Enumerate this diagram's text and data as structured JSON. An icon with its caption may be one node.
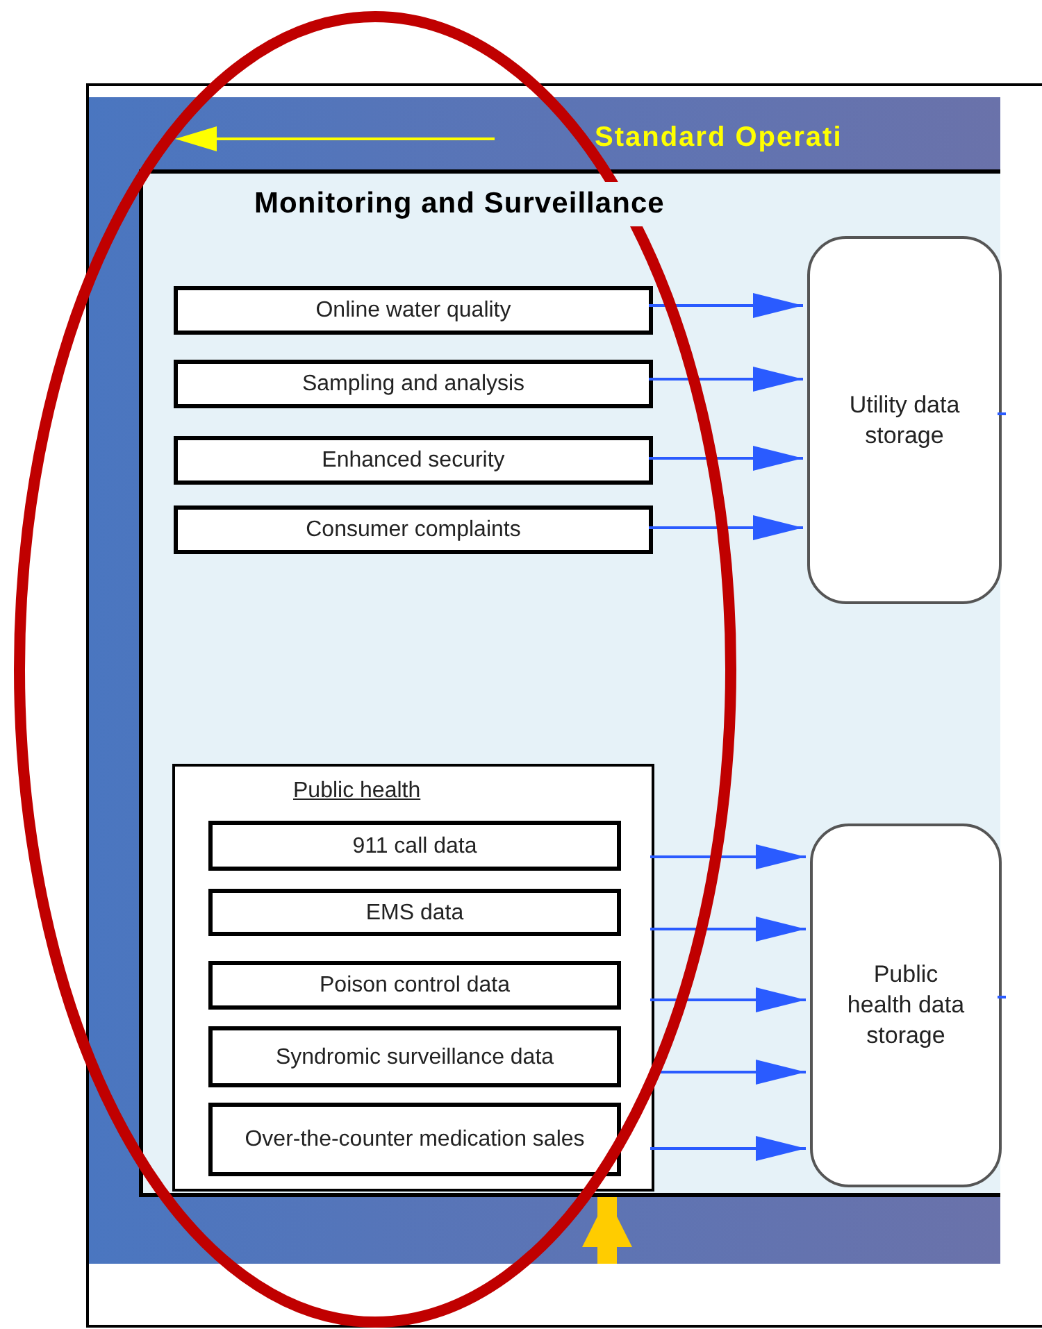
{
  "diagram": {
    "nodes": [
      {
        "text": [
          "Monitoring and Surveillance"
        ]
      },
      {
        "text": [
          "Online water quality"
        ],
        "in": 0
      },
      {
        "text": [
          "Sampling and analysis"
        ],
        "in": 0
      },
      {
        "text": [
          "Enhanced security"
        ],
        "in": 0
      },
      {
        "text": [
          "Consumer complaints"
        ],
        "in": 0
      },
      {
        "text": [
          "Utility data storage"
        ],
        "in": 0
      },
      {
        "text": [
          "Public health"
        ],
        "in": 0
      },
      {
        "text": [
          "911 call data"
        ],
        "in": 6
      },
      {
        "text": [
          "EMS data"
        ],
        "in": 6
      },
      {
        "text": [
          "Poison control data"
        ],
        "in": 6
      },
      {
        "text": [
          "Syndromic surveillance data"
        ],
        "in": 6
      },
      {
        "text": [
          "Over-the-counter medication sales"
        ],
        "in": 6
      },
      {
        "text": [
          "Public health data storage"
        ],
        "in": 0
      }
    ],
    "edges": [
      {
        "from": 1,
        "to": 5,
        "arrow": "to"
      },
      {
        "from": 2,
        "to": 5,
        "arrow": "to"
      },
      {
        "from": 3,
        "to": 5,
        "arrow": "to"
      },
      {
        "from": 4,
        "to": 5,
        "arrow": "to"
      },
      {
        "from": 7,
        "to": 12,
        "arrow": "to"
      },
      {
        "from": 8,
        "to": 12,
        "arrow": "to"
      },
      {
        "from": 9,
        "to": 12,
        "arrow": "to"
      },
      {
        "from": 10,
        "to": 12,
        "arrow": "to"
      },
      {
        "from": 11,
        "to": 12,
        "arrow": "to"
      },
      {
        "from": 5,
        "to": null,
        "arrow": "none"
      },
      {
        "from": 12,
        "to": null,
        "arrow": "none"
      },
      {
        "from": null,
        "to": 0,
        "arrow": "to",
        "style": "thick",
        "color": "#ffcc00"
      }
    ],
    "labels": [
      "Standard Operati"
    ]
  }
}
